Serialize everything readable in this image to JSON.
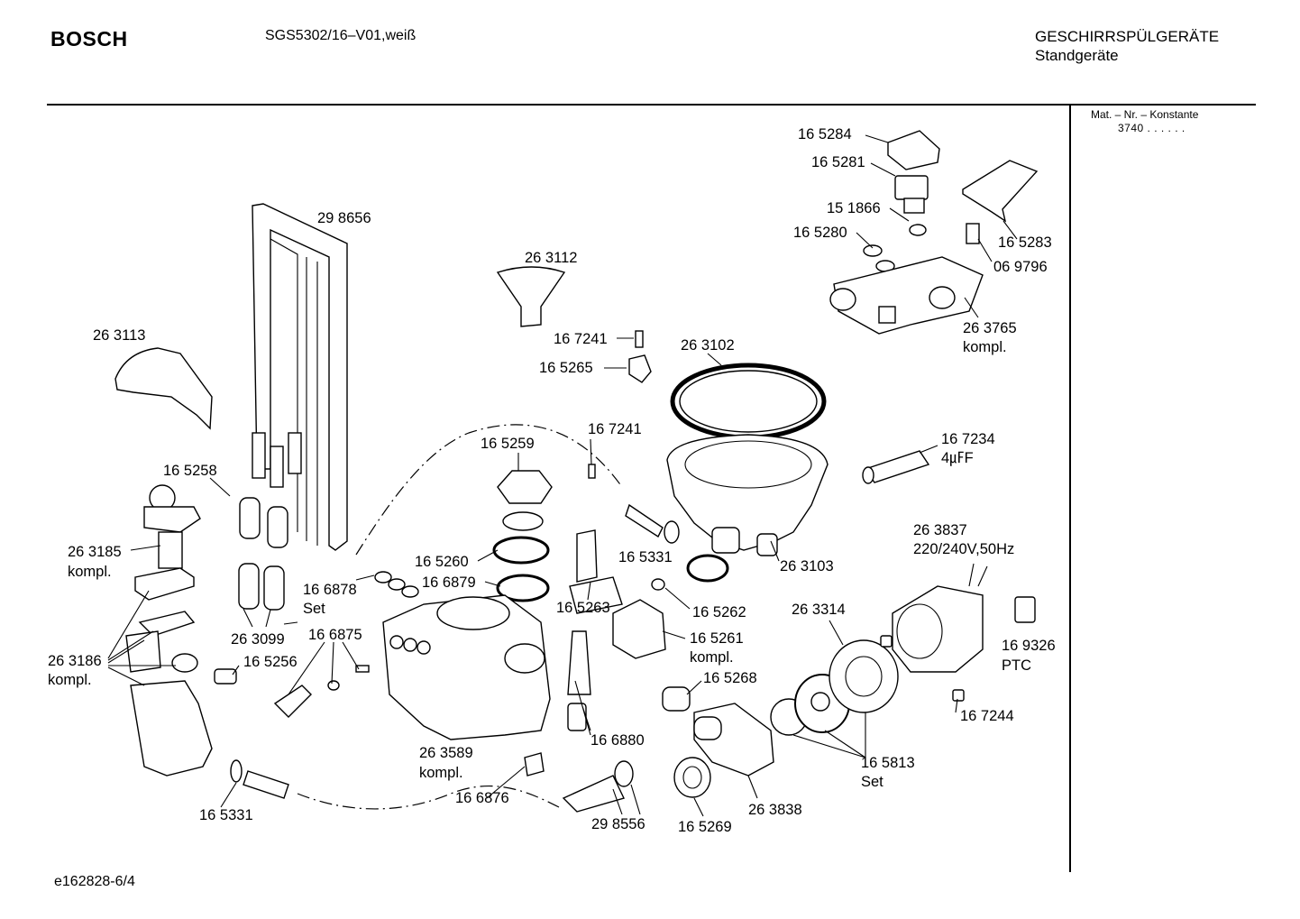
{
  "header": {
    "brand": "BOSCH",
    "model": "SGS5302/16–V01,weiß",
    "category": "GESCHIRRSPÜLGERÄTE",
    "subcategory": "Standgeräte"
  },
  "side_panel": {
    "mat_nr_label": "Mat. – Nr. – Konstante",
    "mat_nr_value": "3740  .  .  .  .  .  ."
  },
  "footer": {
    "document_id": "e162828-6/4"
  },
  "parts": [
    {
      "id": "p01",
      "text": "16 5284"
    },
    {
      "id": "p02",
      "text": "16 5281"
    },
    {
      "id": "p03",
      "text": "15 1866"
    },
    {
      "id": "p04",
      "text": "16 5280"
    },
    {
      "id": "p05",
      "text": "16 5283"
    },
    {
      "id": "p06",
      "text": "06 9796"
    },
    {
      "id": "p07",
      "text": "26 3765"
    },
    {
      "id": "p08",
      "text": "kompl."
    },
    {
      "id": "p09",
      "text": "29 8656"
    },
    {
      "id": "p10",
      "text": "26 3112"
    },
    {
      "id": "p11",
      "text": "26 3113"
    },
    {
      "id": "p12",
      "text": "16 7241"
    },
    {
      "id": "p13",
      "text": "16 5265"
    },
    {
      "id": "p14",
      "text": "26 3102"
    },
    {
      "id": "p15",
      "text": "16 7241"
    },
    {
      "id": "p16",
      "text": "16 5259"
    },
    {
      "id": "p17",
      "text": "16 7234"
    },
    {
      "id": "p18",
      "text": "4㎌F"
    },
    {
      "id": "p19",
      "text": "16 5258"
    },
    {
      "id": "p20",
      "text": "26 3185"
    },
    {
      "id": "p21",
      "text": "kompl."
    },
    {
      "id": "p22",
      "text": "16 5331"
    },
    {
      "id": "p23",
      "text": "26 3103"
    },
    {
      "id": "p24",
      "text": "26 3837"
    },
    {
      "id": "p25",
      "text": "220/240V,50Hz"
    },
    {
      "id": "p26",
      "text": "16 5260"
    },
    {
      "id": "p27",
      "text": "16 6879"
    },
    {
      "id": "p28",
      "text": "16 6878"
    },
    {
      "id": "p29",
      "text": "Set"
    },
    {
      "id": "p30",
      "text": "16 5263"
    },
    {
      "id": "p31",
      "text": "16 5262"
    },
    {
      "id": "p32",
      "text": "26 3314"
    },
    {
      "id": "p33",
      "text": "16 5261"
    },
    {
      "id": "p34",
      "text": "kompl."
    },
    {
      "id": "p35",
      "text": "16 6875"
    },
    {
      "id": "p36",
      "text": "26 3099"
    },
    {
      "id": "p37",
      "text": "16 9326"
    },
    {
      "id": "p38",
      "text": "PTC"
    },
    {
      "id": "p39",
      "text": "26 3186"
    },
    {
      "id": "p40",
      "text": "kompl."
    },
    {
      "id": "p41",
      "text": "16 5256"
    },
    {
      "id": "p42",
      "text": "16 5268"
    },
    {
      "id": "p43",
      "text": "16 7244"
    },
    {
      "id": "p44",
      "text": "16 6880"
    },
    {
      "id": "p45",
      "text": "26 3589"
    },
    {
      "id": "p46",
      "text": "kompl."
    },
    {
      "id": "p47",
      "text": "16 5813"
    },
    {
      "id": "p48",
      "text": "Set"
    },
    {
      "id": "p49",
      "text": "16 6876"
    },
    {
      "id": "p50",
      "text": "26 3838"
    },
    {
      "id": "p51",
      "text": "16 5331"
    },
    {
      "id": "p52",
      "text": "29 8556"
    },
    {
      "id": "p53",
      "text": "16 5269"
    }
  ]
}
